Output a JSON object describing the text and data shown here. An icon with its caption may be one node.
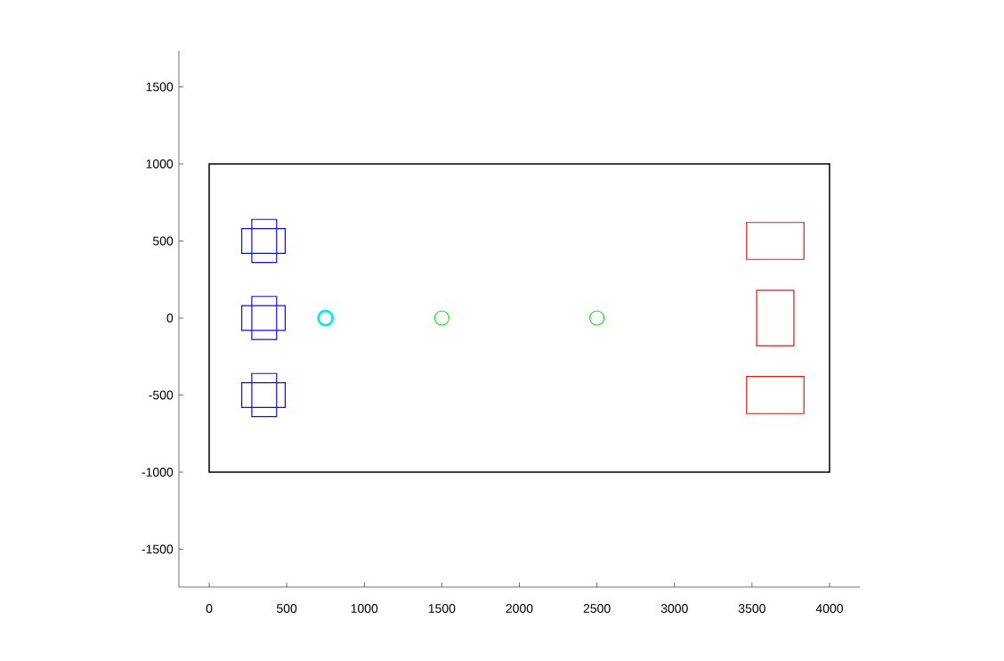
{
  "diagram": {
    "nodes": [
      {
        "text": [],
        "shape": "box"
      },
      {
        "text": [],
        "shape": "box",
        "in": 0
      },
      {
        "text": [],
        "shape": "box",
        "in": 0
      },
      {
        "text": [],
        "shape": "box",
        "in": 0
      },
      {
        "text": [],
        "shape": "box",
        "in": 0
      },
      {
        "text": [],
        "shape": "box",
        "in": 0
      },
      {
        "text": [],
        "shape": "box",
        "in": 0
      },
      {
        "text": [],
        "shape": "circle",
        "in": 0
      },
      {
        "text": [],
        "shape": "circle",
        "in": 0
      },
      {
        "text": [],
        "shape": "circle",
        "in": 0
      },
      {
        "text": [],
        "shape": "box",
        "in": 0
      },
      {
        "text": [],
        "shape": "box",
        "in": 0
      },
      {
        "text": [],
        "shape": "box",
        "in": 0
      }
    ],
    "labels": [
      "1500",
      "1000",
      "500",
      "0",
      "-500",
      "-1000",
      "-1500",
      "0",
      "500",
      "1000",
      "1500",
      "2000",
      "2500",
      "3000",
      "3500",
      "4000"
    ]
  }
}
